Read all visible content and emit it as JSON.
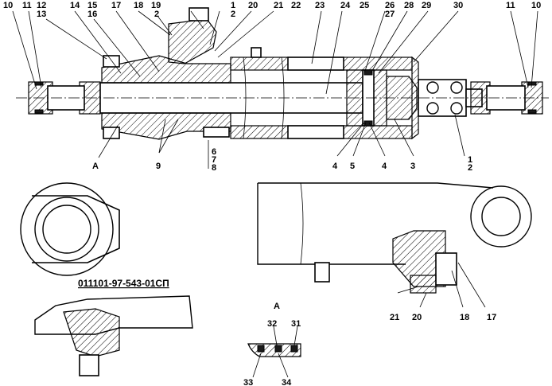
{
  "drawing": {
    "doc_number": "011101-97-543-01СП",
    "detail_label": "A"
  },
  "callouts": {
    "top": [
      "10",
      "11",
      "12",
      "13",
      "14",
      "15",
      "16",
      "17",
      "18",
      "19",
      "2",
      "1",
      "2",
      "20",
      "21",
      "22",
      "23",
      "24",
      "25",
      "26",
      "27",
      "28",
      "29",
      "30",
      "11",
      "10"
    ],
    "bottom": [
      "A",
      "9",
      "6",
      "7",
      "8",
      "4",
      "5",
      "4",
      "3",
      "1",
      "2"
    ],
    "right_view": [
      "21",
      "20",
      "18",
      "17"
    ],
    "detail": [
      "32",
      "31",
      "33",
      "34"
    ]
  }
}
